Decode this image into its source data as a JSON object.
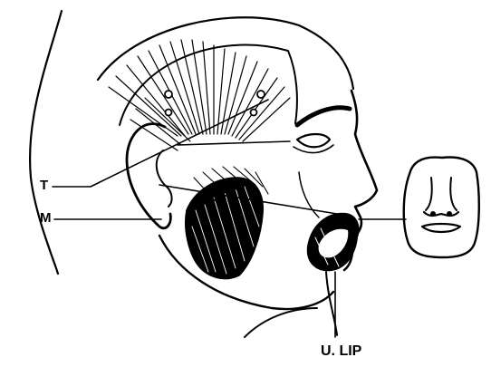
{
  "labels": {
    "t": "T",
    "m": "M",
    "u_lip": "U. LIP"
  },
  "icons": {
    "head": "head-profile-icon",
    "inset_face": "frontal-face-icon"
  },
  "colors": {
    "ink": "#000000",
    "paper": "#ffffff"
  }
}
